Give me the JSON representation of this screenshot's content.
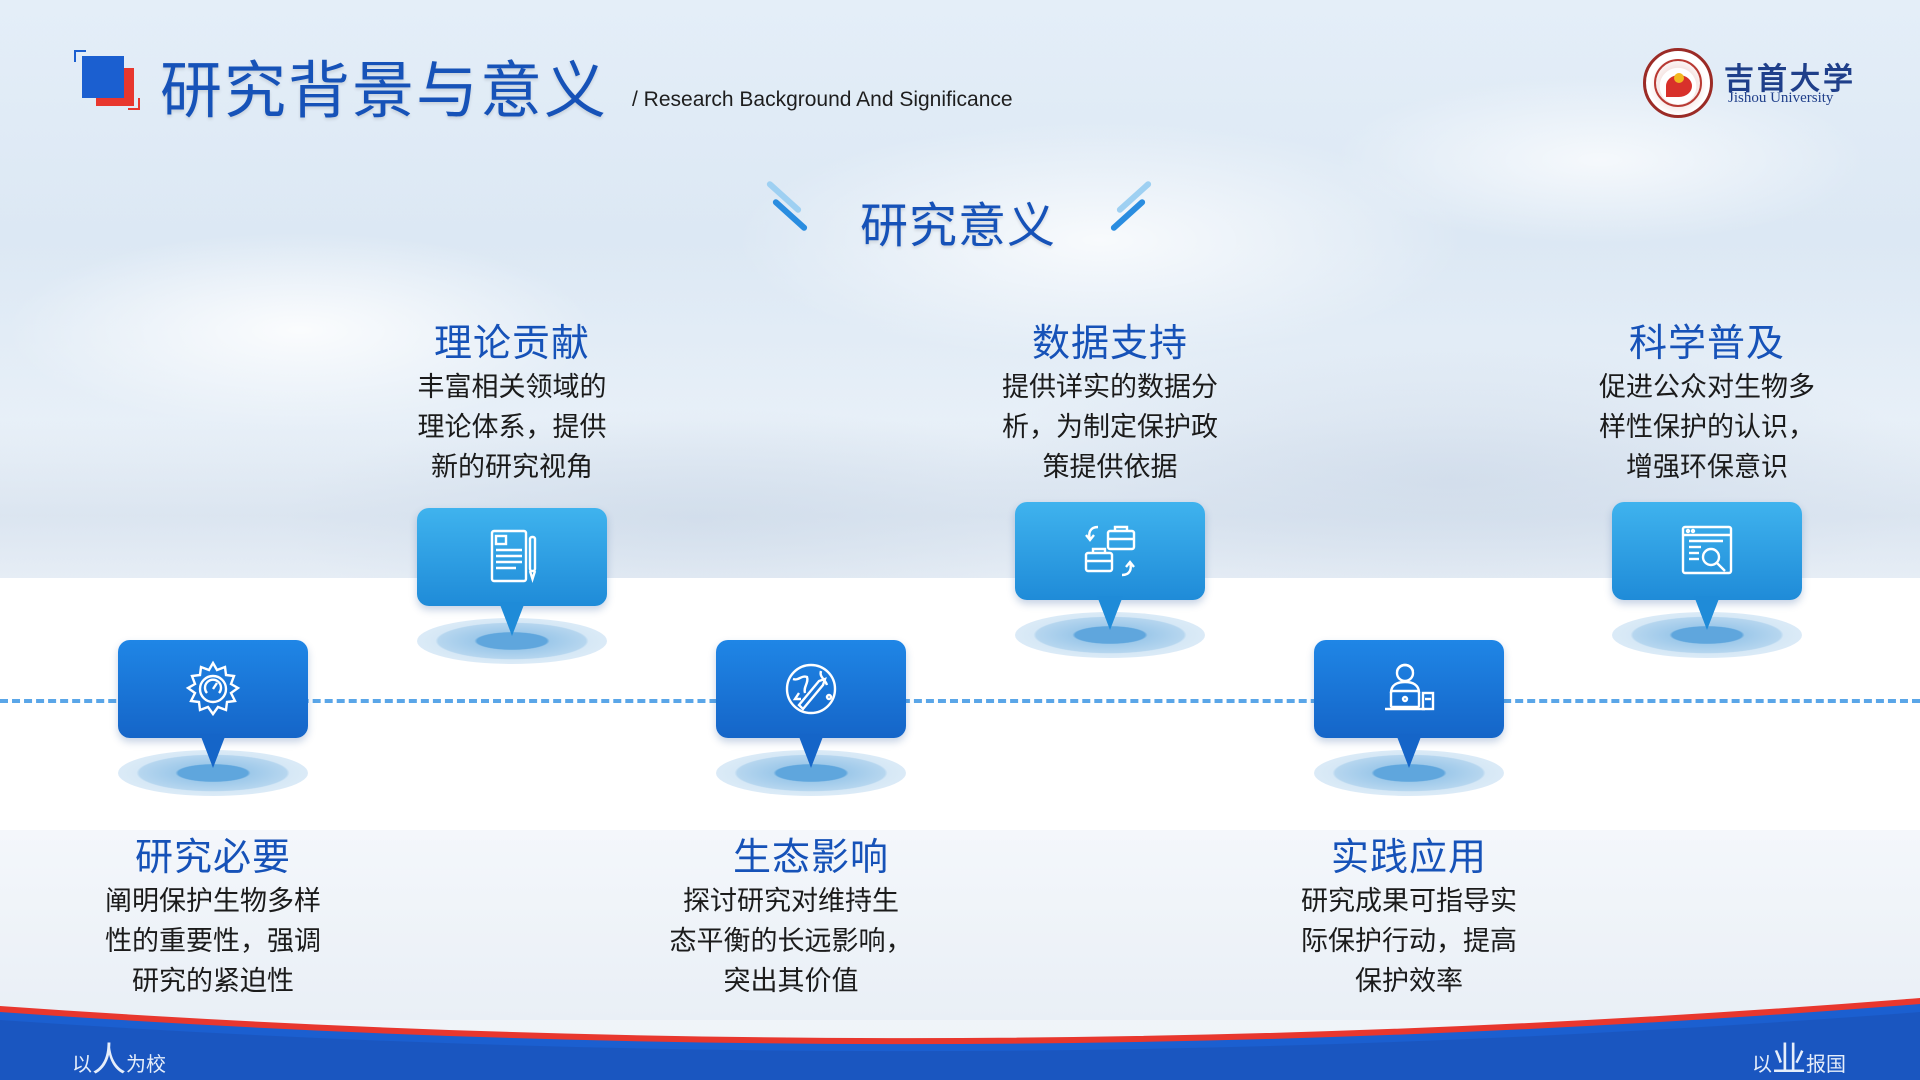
{
  "header": {
    "title": "研究背景与意义",
    "subtitle": "/ Research Background  And  Significance"
  },
  "logo": {
    "name_cn": "吉首大学",
    "name_en": "Jishou University"
  },
  "section": {
    "heading": "研究意义"
  },
  "items": [
    {
      "title": "研究必要",
      "lines": [
        "阐明保护生物多样",
        "性的重要性，强调",
        "研究的紧迫性"
      ],
      "icon": "gear-icon"
    },
    {
      "title": "理论贡献",
      "lines": [
        "丰富相关领域的",
        "理论体系，提供",
        "新的研究视角"
      ],
      "icon": "document-pen-icon"
    },
    {
      "title": "生态影响",
      "lines": [
        "探讨研究对维持生",
        "态平衡的长远影响，",
        "突出其价值"
      ],
      "icon": "globe-rocket-icon"
    },
    {
      "title": "数据支持",
      "lines": [
        "提供详实的数据分",
        "析，为制定保护政",
        "策提供依据"
      ],
      "icon": "briefcase-exchange-icon"
    },
    {
      "title": "实践应用",
      "lines": [
        "研究成果可指导实",
        "际保护行动，提高",
        "保护效率"
      ],
      "icon": "person-laptop-icon"
    },
    {
      "title": "科学普及",
      "lines": [
        "促进公众对生物多",
        "样性保护的认识，",
        "增强环保意识"
      ],
      "icon": "browser-search-icon"
    }
  ],
  "footer": {
    "motto_left": [
      "以",
      "人",
      "为校"
    ],
    "motto_right": [
      "以",
      "业",
      "报国"
    ]
  },
  "colors": {
    "title_blue": "#1652b8",
    "accent_red": "#e8372e",
    "pin_dark": "#1565c8",
    "pin_light": "#1f8bd8",
    "timeline": "#5aa6e8"
  }
}
